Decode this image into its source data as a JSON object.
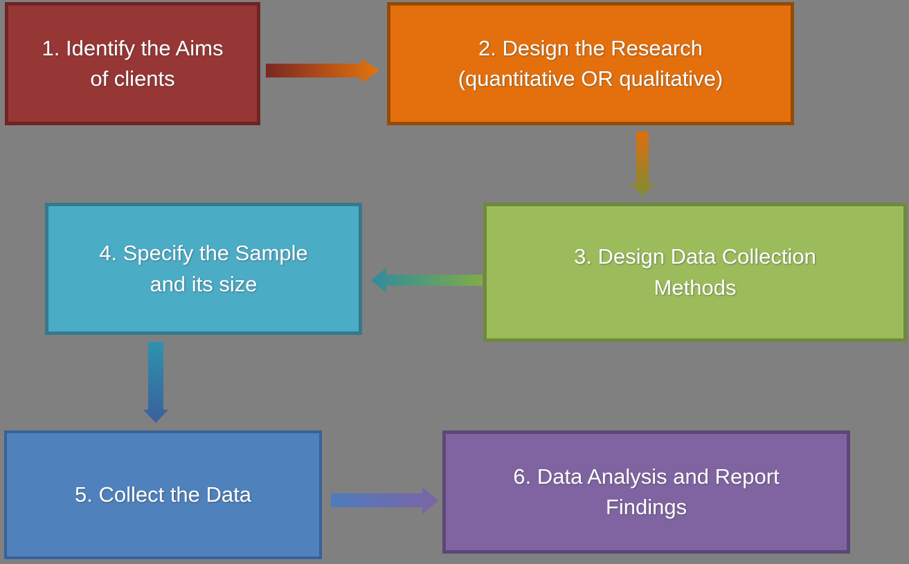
{
  "diagram": {
    "background_color": "#808080",
    "text_color": "#FFFFFF"
  },
  "steps": [
    {
      "id": 1,
      "label": "1. Identify the Aims of clients",
      "lines": [
        "1. Identify the Aims",
        "of clients"
      ],
      "fill": "#963635",
      "border_color": "#6F2422"
    },
    {
      "id": 2,
      "label": "2. Design the Research (quantitative OR qualitative)",
      "lines": [
        "2. Design the Research",
        "(quantitative OR qualitative)"
      ],
      "fill": "#E4700D",
      "border_color": "#964A06"
    },
    {
      "id": 3,
      "label": "3. Design Data Collection Methods",
      "lines": [
        "3. Design Data Collection",
        "Methods"
      ],
      "fill": "#9CBC5B",
      "border_color": "#6F8A3B"
    },
    {
      "id": 4,
      "label": "4. Specify the Sample and its size",
      "lines": [
        "4. Specify the Sample",
        "and its size"
      ],
      "fill": "#4BACC6",
      "border_color": "#35798C"
    },
    {
      "id": 5,
      "label": "5. Collect the Data",
      "lines": [
        "5. Collect the Data"
      ],
      "fill": "#4F81BD",
      "border_color": "#38619B"
    },
    {
      "id": 6,
      "label": "6. Data Analysis and Report Findings",
      "lines": [
        "6. Data Analysis and Report",
        "Findings"
      ],
      "fill": "#8064A2",
      "border_color": "#5B4876"
    }
  ],
  "arrows": [
    {
      "from": 1,
      "to": 2,
      "direction": "right",
      "from_color": "#7A2724",
      "to_color": "#E4740E"
    },
    {
      "from": 2,
      "to": 3,
      "direction": "down",
      "from_color": "#DF6E0D",
      "to_color": "#7E8C37"
    },
    {
      "from": 3,
      "to": 4,
      "direction": "left",
      "from_color": "#7FAC48",
      "to_color": "#2F8B9D"
    },
    {
      "from": 4,
      "to": 5,
      "direction": "down",
      "from_color": "#2E93AD",
      "to_color": "#3A5F9D"
    },
    {
      "from": 5,
      "to": 6,
      "direction": "right",
      "from_color": "#4E7CBE",
      "to_color": "#7C64A5"
    }
  ]
}
